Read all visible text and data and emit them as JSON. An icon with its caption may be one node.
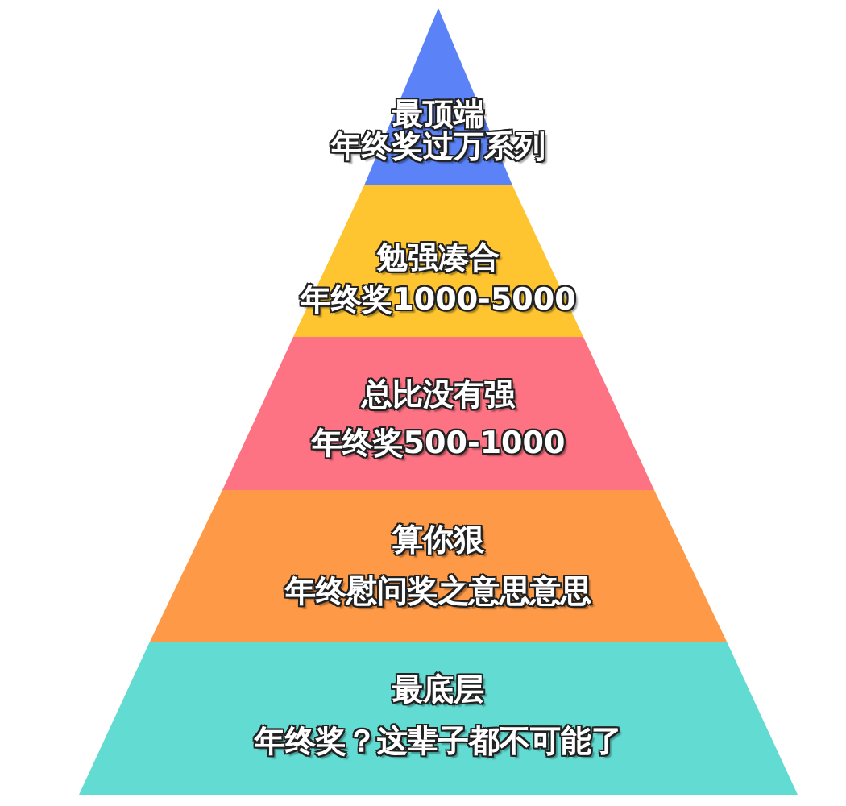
{
  "diagram": {
    "nodes": [
      {
        "text": [
          "最顶端",
          "年终奖过万系列"
        ]
      },
      {
        "text": [
          "勉强凑合",
          "年终奖1000-5000"
        ]
      },
      {
        "text": [
          "总比没有强",
          "年终奖500-1000"
        ]
      },
      {
        "text": [
          "算你狠",
          "年终慰问奖之意思意思"
        ]
      },
      {
        "text": [
          "最底层",
          "年终奖？这辈子都不可能了"
        ]
      }
    ]
  }
}
